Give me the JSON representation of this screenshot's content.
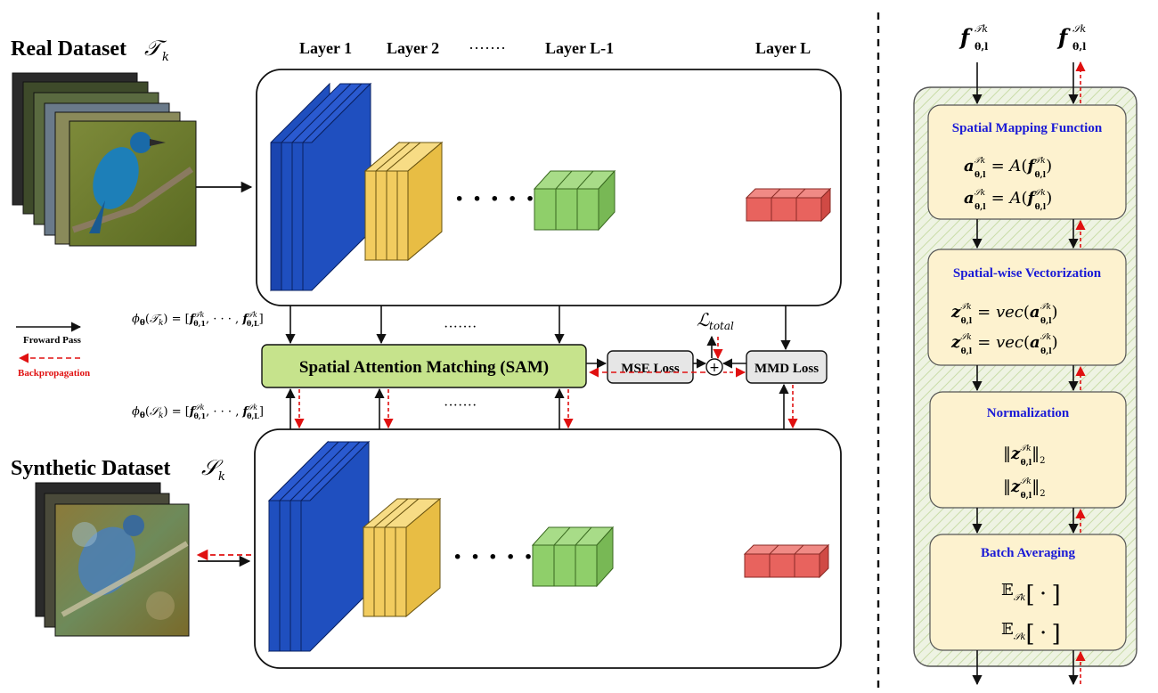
{
  "left": {
    "real_title": "Real Dataset",
    "real_symbol": "𝒯",
    "real_sub": "k",
    "synthetic_title": "Synthetic Dataset",
    "synthetic_symbol": "𝒮",
    "synthetic_sub": "k",
    "layers": {
      "layer1": "Layer 1",
      "layer2": "Layer 2",
      "dots": "·······",
      "layerLm1": "Layer L-1",
      "layerL": "Layer L"
    },
    "phi_real": "ϕθ(𝒯k) = [f1, ···, fL]",
    "phi_syn": "ϕθ(𝒮k) = [f1, ···, fL]",
    "legend": {
      "forward": "Froward Pass",
      "backprop": "Backpropagation"
    },
    "sam_label": "Spatial Attention Matching (SAM)",
    "mse_label": "MSE Loss",
    "mmd_label": "MMD Loss",
    "loss_total": "ℒ",
    "loss_total_sub": "total",
    "plus_symbol": "+",
    "mid_dots": "·······"
  },
  "right": {
    "top_left_var": "f",
    "top_right_var": "f",
    "top_left_sup": "𝒯k",
    "top_right_sup": "𝒮k",
    "sub": "θ,l",
    "blocks": [
      {
        "title": "Spatial Mapping Function",
        "lines": [
          "a = A(f)",
          "a = A(f)"
        ]
      },
      {
        "title": "Spatial-wise Vectorization",
        "lines": [
          "z = vec(a)",
          "z = vec(a)"
        ]
      },
      {
        "title": "Normalization",
        "lines": [
          "‖z‖₂",
          "‖z‖₂"
        ]
      },
      {
        "title": "Batch Averaging",
        "lines": [
          "𝔼[ · ]",
          "𝔼[ · ]"
        ]
      }
    ]
  },
  "colors": {
    "blue_layer": "#1f4fbf",
    "yellow_layer": "#f2cc5f",
    "green_layer": "#8fcf6a",
    "red_layer": "#e8635e",
    "sam_fill": "#c6e38c",
    "loss_fill": "#e6e6e6",
    "block_fill": "#fdf2cf",
    "panel_fill": "#e7f0d8",
    "title_blue": "#1a1ad6",
    "arrow_red": "#e01010"
  }
}
